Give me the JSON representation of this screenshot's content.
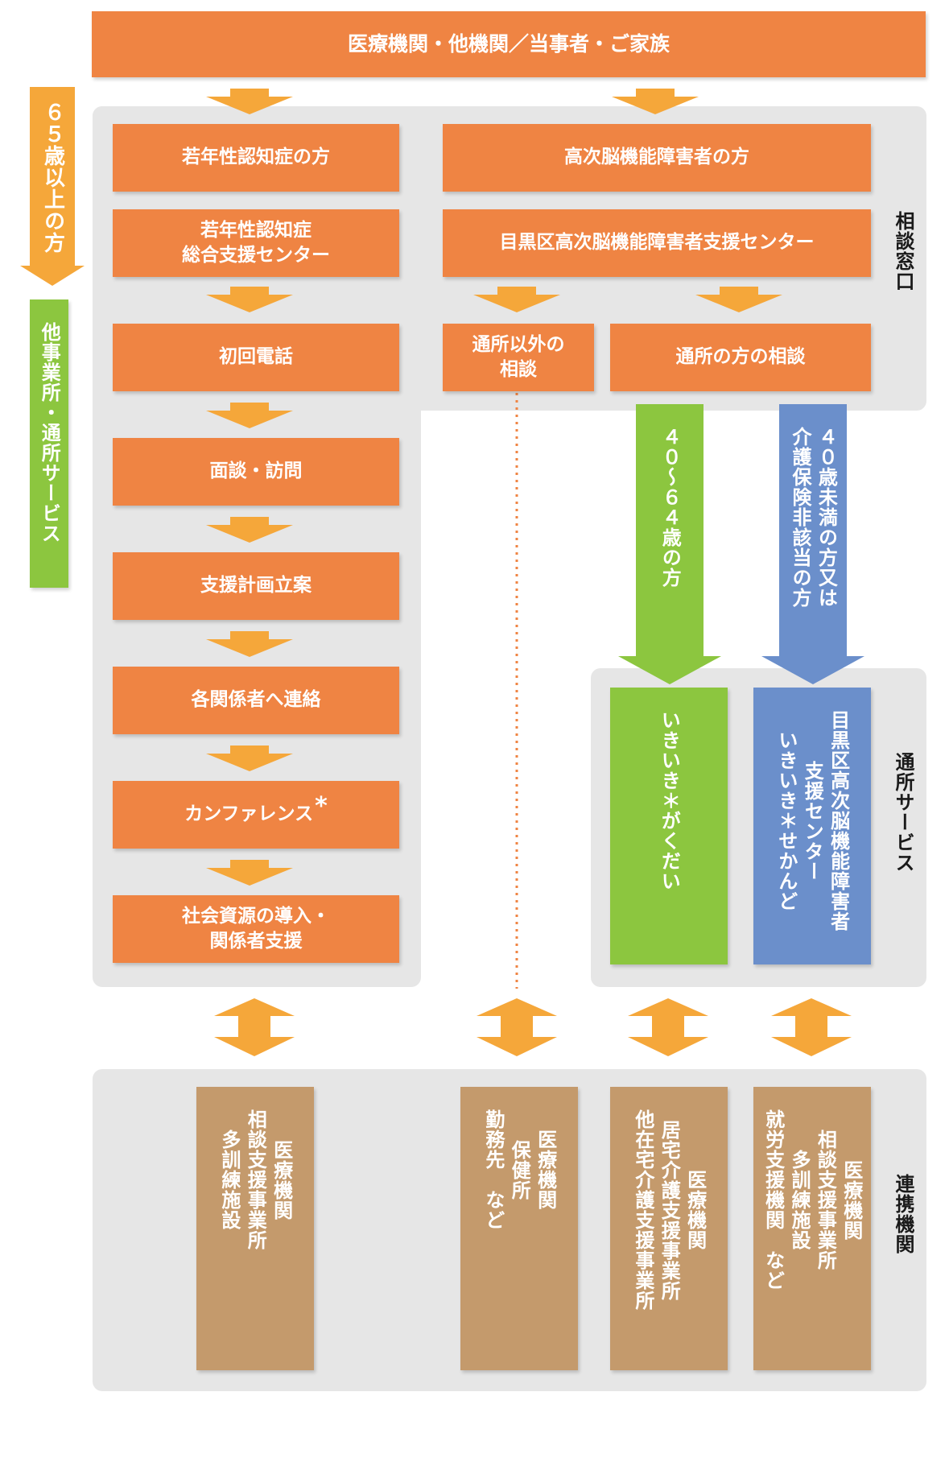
{
  "header": {
    "title": "医療機関・他機関／当事者・ご家族"
  },
  "left_side": {
    "age_label": "６５歳以上の方",
    "other_service_label": "他事業所・通所サービス"
  },
  "dementia_flow": {
    "target": "若年性認知症の方",
    "center": "若年性認知症\n総合支援センター",
    "steps": [
      "初回電話",
      "面談・訪問",
      "支援計画立案",
      "各関係者へ連絡",
      "カンファレンス",
      "社会資源の導入・\n関係者支援"
    ],
    "conference_mark": "*"
  },
  "brain_flow": {
    "target": "高次脳機能障害者の方",
    "center": "目黒区高次脳機能障害者支援センター",
    "non_day_service": "通所以外の\n相談",
    "day_service": "通所の方の相談"
  },
  "age_routes": {
    "age_40_64": "４０～６４歳の方",
    "under_40": "４０歳未満の方又は\n介護保険非該当の方"
  },
  "day_services": {
    "ikiiki_gakudai": "いきいき＊がくだい",
    "ikiiki_senkando": "目黒区高次脳機能障害者\n支援センター\nいきいき＊せかんど"
  },
  "section_labels": {
    "consultation": "相談窓口",
    "day_service": "通所サービス",
    "partners": "連携機関"
  },
  "partners": [
    "医療機関\n相談支援事業所\n多訓練施設",
    "医療機関\n保健所\n勤務先　など",
    "医療機関\n居宅介護支援事業所\n他在宅介護支援事業所",
    "医療機関\n相談支援事業所\n多訓練施設\n就労支援機関　など"
  ],
  "colors": {
    "orange": "#ef8443",
    "arrow_orange": "#f5a73a",
    "green": "#8cc63f",
    "blue": "#6b8fcb",
    "tan": "#c49a6c",
    "panel_gray": "#e6e6e6"
  }
}
